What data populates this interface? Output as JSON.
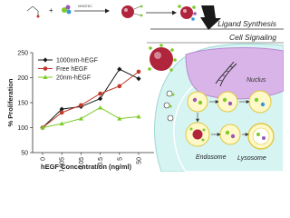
{
  "header": {
    "ligand_synthesis": "Ligand Synthesis",
    "cell_signaling": "Cell Signaling",
    "reagent_label": "NHS/EDC"
  },
  "cell": {
    "nucleus_label": "Nuclus",
    "endosome_label": "Endosome",
    "lysosome_label": "Lysosome"
  },
  "colors": {
    "series_1000nm": "#1a1a1a",
    "series_free": "#c0392b",
    "series_20nm": "#7dcc2a",
    "cytoplasm": "#d6f4f2",
    "nucleus": "#d9b4e8",
    "nanoparticle": "#b0243c"
  },
  "chart_data": {
    "type": "line",
    "title": "",
    "xlabel": "hEGF Concentration (ng/ml)",
    "ylabel": "% Proliferation",
    "categories": [
      "0",
      "0.005",
      "0.05",
      "0.5",
      "5",
      "50"
    ],
    "ylim": [
      50,
      250
    ],
    "yticks": [
      "50",
      "100",
      "150",
      "200",
      "250"
    ],
    "grid": false,
    "legend_position": "top-left",
    "series": [
      {
        "name": "1000nm-hEGF",
        "color": "#1a1a1a",
        "marker": "diamond",
        "values": [
          100,
          137,
          142,
          158,
          217,
          198
        ]
      },
      {
        "name": "Free hEGF",
        "color": "#c0392b",
        "marker": "circle",
        "values": [
          100,
          130,
          145,
          168,
          183,
          212
        ]
      },
      {
        "name": "20nm-hEGF",
        "color": "#7dcc2a",
        "marker": "triangle",
        "values": [
          100,
          108,
          118,
          140,
          118,
          122
        ]
      }
    ]
  }
}
